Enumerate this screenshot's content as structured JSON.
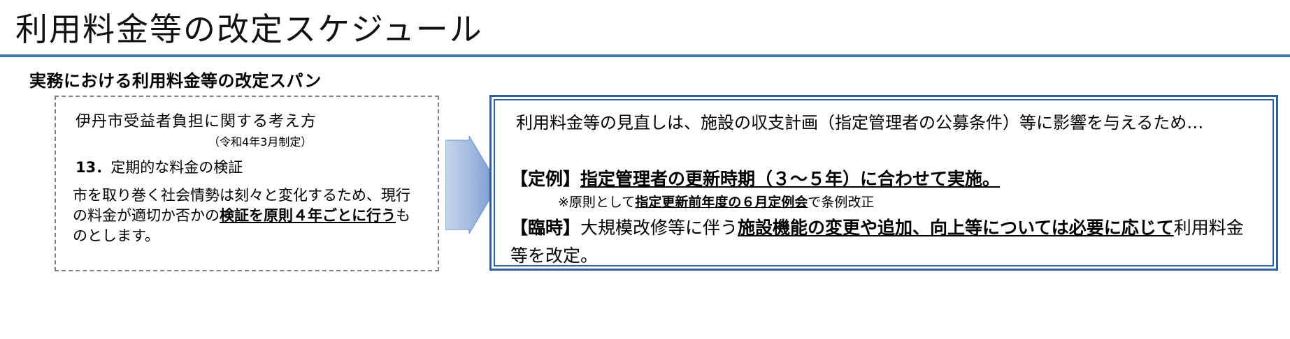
{
  "slide": {
    "title": "利用料金等の改定スケジュール",
    "subtitle": "実務における利用料金等の改定スパン",
    "accent_color": "#4472a8",
    "box_border_color": "#2e5fa3",
    "arrow_fill_color": "#8faada",
    "dashed_border_color": "#808080"
  },
  "left_box": {
    "heading": "伊丹市受益者負担に関する考え方",
    "date_note": "（令和4年3月制定）",
    "item_number": "13．",
    "item_title": "定期的な料金の検証",
    "body_part1": "市を取り巻く社会情勢は刻々と変化するため、現行の料金が適切か否かの",
    "body_emphasis": "検証を原則４年ごとに行う",
    "body_part2": "ものとします。"
  },
  "arrow": {
    "icon": "right-arrow-icon"
  },
  "right_box": {
    "intro": "利用料金等の見直しは、施設の収支計画（指定管理者の公募条件）等に影響を与えるため…",
    "teirei": {
      "label": "【定例】",
      "emphasis": "指定管理者の更新時期（３～５年）に合わせて実施。"
    },
    "note": {
      "prefix": "※原則として",
      "emphasis": "指定更新前年度の６月定例会",
      "suffix": "で条例改正"
    },
    "rinji": {
      "label": "【臨時】",
      "plain_before": "大規模改修等に伴う",
      "emphasis": "施設機能の変更や追加、向上等については必要に応じて",
      "plain_after": "利用料金等を改定。"
    }
  }
}
